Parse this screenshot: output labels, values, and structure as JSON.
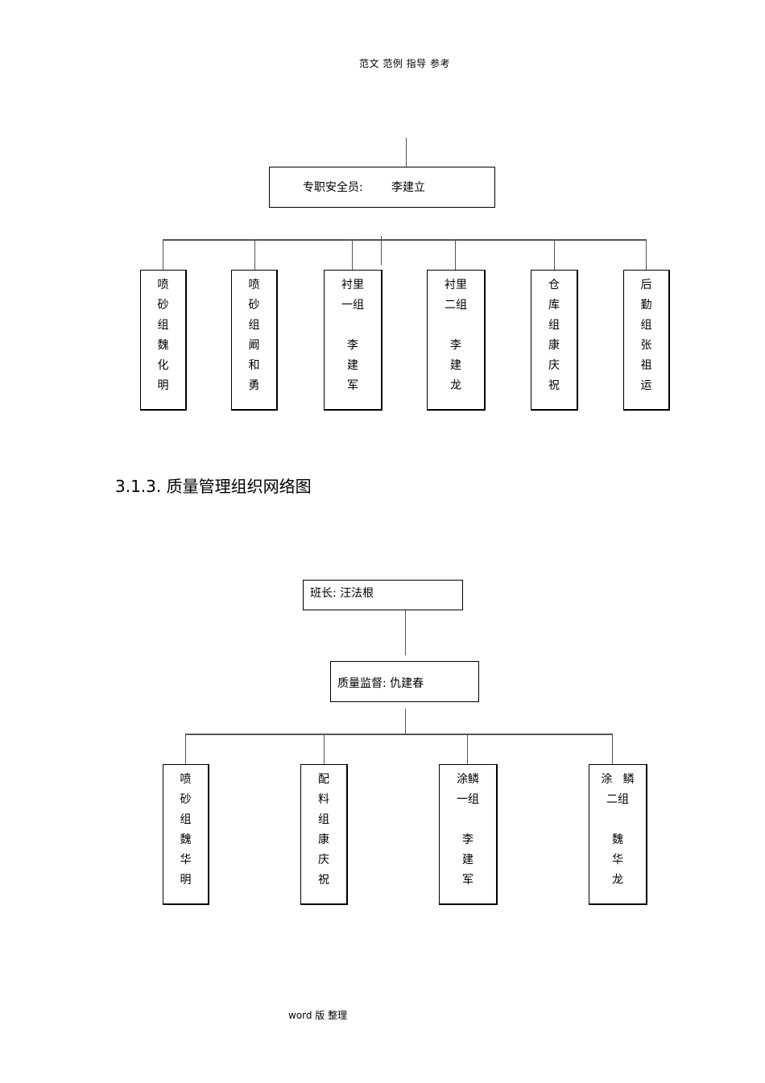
{
  "page": {
    "header": "范文  范例   指导     参考",
    "footer": "word 版   整理"
  },
  "chart1": {
    "safety_officer": {
      "role": "专职安全员:",
      "name": "李建立"
    },
    "groups": [
      {
        "lines": "喷\n砂\n组\n魏\n化\n明"
      },
      {
        "lines": "喷\n砂\n组\n阚\n和\n勇"
      },
      {
        "lines": "衬里\n一组\n\n李\n建\n军"
      },
      {
        "lines": "衬里\n二组\n\n李\n建\n龙"
      },
      {
        "lines": "仓\n库\n组\n康\n庆\n祝"
      },
      {
        "lines": "后\n勤\n组\n张\n祖\n运"
      }
    ]
  },
  "section_heading": "3.1.3.  质量管理组织网络图",
  "chart2": {
    "leader": "班长: 汪法根",
    "supervisor": "质量监督: 仇建春",
    "groups": [
      {
        "lines": "喷\n砂\n组\n魏\n华\n明"
      },
      {
        "lines": "配\n料\n组\n康\n庆\n祝"
      },
      {
        "lines": "涂鳞\n一组\n\n李\n建\n军"
      },
      {
        "lines": "涂   鳞\n二组\n\n魏\n华\n龙"
      }
    ]
  }
}
